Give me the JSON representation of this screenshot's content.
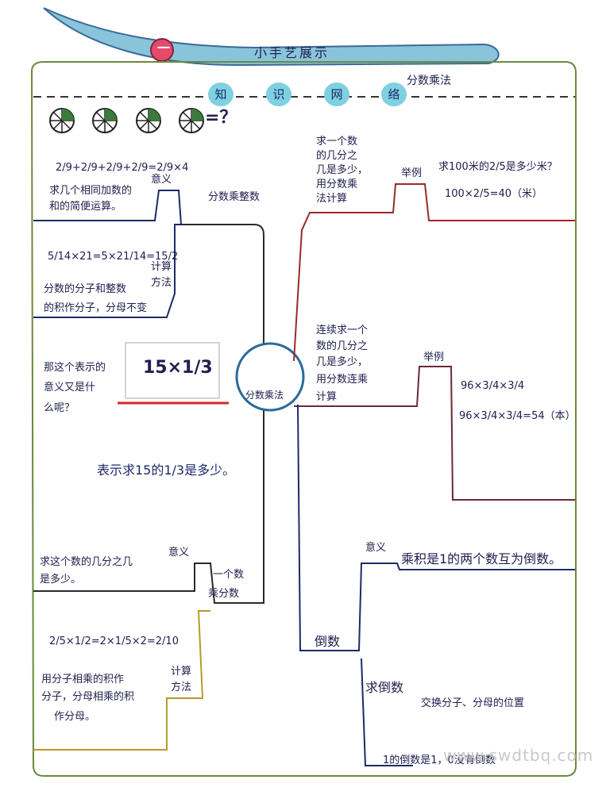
{
  "banner": {
    "number": "一",
    "title": "小手艺展示"
  },
  "knowledge_network": [
    "知",
    "识",
    "网",
    "络"
  ],
  "unit_title": "分数乘法",
  "pie_question": "=？",
  "center": {
    "label": "分数乘法"
  },
  "left_top": {
    "branch": "分数乘整数",
    "meaning": {
      "tag": "意义",
      "formula": "2/9+2/9+2/9+2/9=2/9×4",
      "line1": "求几个相同加数的",
      "line2": "和的简便运算。"
    },
    "method": {
      "tag1": "计算",
      "tag2": "方法",
      "formula": "5/14×21=5×21/14=15/2",
      "line1": "分数的分子和整数",
      "line2": "的积作分子，分母不变"
    }
  },
  "middle_left": {
    "question1": "那这个表示的",
    "question2": "意义又是什",
    "question3": "么呢？",
    "expr": "15×1/3",
    "answer": "表示求15的1/3是多少。"
  },
  "left_bottom": {
    "branch1": "一个数",
    "branch2": "乘分数",
    "meaning": {
      "tag": "意义",
      "line1": "求这个数的几分之几",
      "line2": "是多少。"
    },
    "method": {
      "tag1": "计算",
      "tag2": "方法",
      "formula": "2/5×1/2=2×1/5×2=2/10",
      "line1": "用分子相乘的积作",
      "line2": "分子，分母相乘的积",
      "line3": "作分母。"
    }
  },
  "right_top": {
    "branch1": "求一个数",
    "branch2": "的几分之",
    "branch3": "几是多少，",
    "branch4": "用分数乘",
    "branch5": "法计算",
    "example_tag": "举例",
    "example_q": "求100米的2/5是多少米？",
    "example_a": "100×2/5=40（米）"
  },
  "right_middle": {
    "branch1": "连续求一个",
    "branch2": "数的几分之",
    "branch3": "几是多少，",
    "branch4": "用分数连乘",
    "branch5": "计算",
    "example_tag": "举例",
    "example_1": "96×3/4×3/4",
    "example_2": "96×3/4×3/4=54（本）"
  },
  "right_bottom": {
    "branch": "倒数",
    "meaning_tag": "意义",
    "meaning": "乘积是1的两个数互为倒数。",
    "find_tag": "求倒数",
    "find_text": "交换分子、分母的位置",
    "zero_text": "1的倒数是1，0没有倒数"
  },
  "watermark": "www.swdtbq.com"
}
